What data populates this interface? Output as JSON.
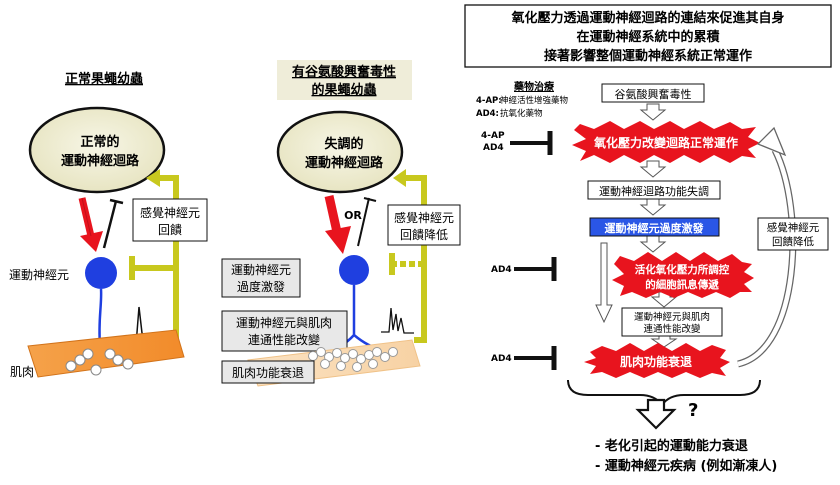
{
  "panel_normal": {
    "title": "正常果蠅幼蟲",
    "circuit_line1": "正常的",
    "circuit_line2": "運動神經迴路",
    "sensory_line1": "感覺神經元",
    "sensory_line2": "回饋",
    "motor_neuron_label": "運動神經元",
    "muscle_label": "肌肉"
  },
  "panel_excitotoxic": {
    "title_line1": "有谷氨酸興奮毒性",
    "title_line2": "的果蠅幼蟲",
    "circuit_line1": "失調的",
    "circuit_line2": "運動神經迴路",
    "or_label": "OR",
    "sensory_line1": "感覺神經元",
    "sensory_line2": "回饋降低",
    "box1_line1": "運動神經元",
    "box1_line2": "過度激發",
    "box2_line1": "運動神經元與肌肉",
    "box2_line2": "連通性能改變",
    "box3": "肌肉功能衰退"
  },
  "flowchart": {
    "header_line1": "氧化壓力透過運動神經迴路的連結來促進其自身",
    "header_line2": "在運動神經系統中的累積",
    "header_line3": "接著影響整個運動神經系統正常運作",
    "drug_title": "藥物治療",
    "drug_1_code": "4-AP:",
    "drug_1_desc": "神經活性增強藥物",
    "drug_2_code": "AD4:",
    "drug_2_desc": "抗氧化藥物",
    "node_glutamate": "谷氨酸興奮毒性",
    "node_oxidative": "氧化壓力改變迴路正常運作",
    "node_dysfunction": "運動神經迴路功能失調",
    "node_hyperexcite": "運動神經元過度激發",
    "node_signal_line1": "活化氧化壓力所調控",
    "node_signal_line2": "的細胞訊息傳遞",
    "node_connect_line1": "運動神經元與肌肉",
    "node_connect_line2": "連通性能改變",
    "node_muscle": "肌肉功能衰退",
    "feedback_line1": "感覺神經元",
    "feedback_line2": "回饋降低",
    "inhib_top_1": "4-AP",
    "inhib_top_2": "AD4",
    "inhib_mid": "AD4",
    "inhib_bottom": "AD4",
    "question_mark": "?",
    "outcome_1": "- 老化引起的運動能力衰退",
    "outcome_2": "- 運動神經元疾病 (例如漸凍人)"
  },
  "colors": {
    "ellipse_fill": "#efedd2",
    "yellow_green": "#c8c81e",
    "red": "#e8141e",
    "blue": "#1f3fe0",
    "muscle": "#f5a24a",
    "muscle_faded": "#f9dcb4",
    "box_gray": "#e8e8e8",
    "title_bg": "#efedd9",
    "flow_blue": "#2a56e6"
  }
}
